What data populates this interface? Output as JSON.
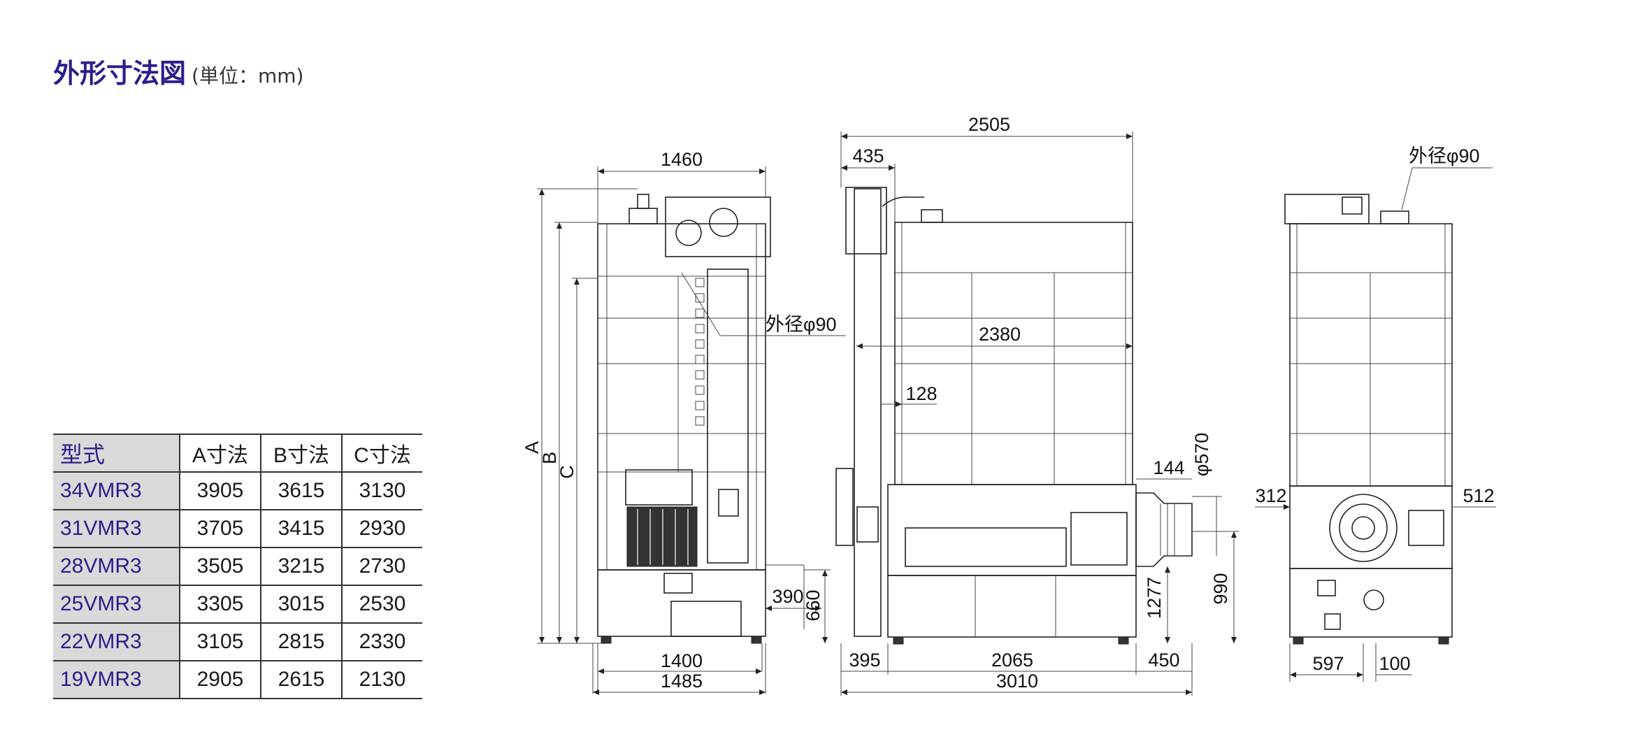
{
  "title": {
    "main": "外形寸法図",
    "unit": "(単位：mm)"
  },
  "table": {
    "headers": [
      "型式",
      "A寸法",
      "B寸法",
      "C寸法"
    ],
    "rows": [
      [
        "34VMR3",
        "3905",
        "3615",
        "3130"
      ],
      [
        "31VMR3",
        "3705",
        "3415",
        "2930"
      ],
      [
        "28VMR3",
        "3505",
        "3215",
        "2730"
      ],
      [
        "25VMR3",
        "3305",
        "3015",
        "2530"
      ],
      [
        "22VMR3",
        "3105",
        "2815",
        "2330"
      ],
      [
        "19VMR3",
        "2905",
        "2615",
        "2130"
      ]
    ]
  },
  "front_view": {
    "dim_top": "1460",
    "dim_bottom_inner": "1400",
    "dim_bottom_outer": "1485",
    "label_a": "A",
    "label_b": "B",
    "label_c": "C",
    "pipe_note": "外径φ90",
    "dim_side_w": "390",
    "dim_side_h": "660"
  },
  "side_view": {
    "dim_top": "2505",
    "dim_top_left": "435",
    "dim_inner": "2380",
    "dim_128": "128",
    "dim_144": "144",
    "dim_phi570": "φ570",
    "dim_1277": "1277",
    "dim_990": "990",
    "dim_bottom_a": "395",
    "dim_bottom_b": "2065",
    "dim_bottom_c": "450",
    "dim_bottom_total": "3010"
  },
  "rear_view": {
    "pipe_note": "外径φ90",
    "dim_left": "312",
    "dim_right": "512",
    "dim_bottom_a": "597",
    "dim_bottom_b": "100"
  }
}
